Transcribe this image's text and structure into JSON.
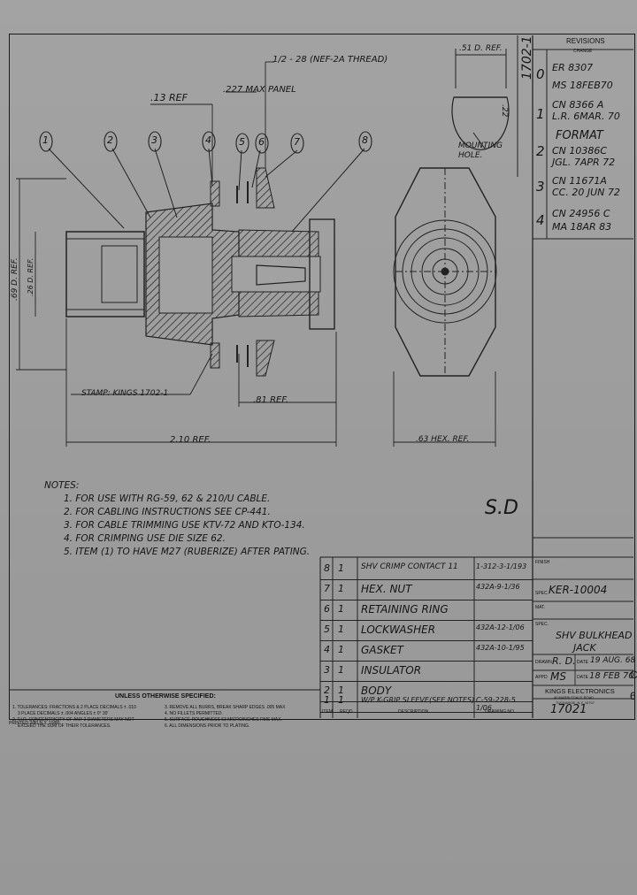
{
  "revisions": {
    "header": "REVISIONS",
    "sub_header": "CHANGE",
    "rows": [
      {
        "num": "0",
        "lines": [
          "ER 8307",
          "MS 18FEB70"
        ]
      },
      {
        "num": "1",
        "lines": [
          "CN 8366 A",
          "L.R. 6MAR. 70"
        ]
      },
      {
        "num": "2",
        "lines": [
          "FORMAT",
          "CN 10386C",
          "JGL. 7APR 72"
        ]
      },
      {
        "num": "3",
        "lines": [
          "CN 11671A",
          "CC. 20 JUN 72"
        ]
      },
      {
        "num": "4",
        "lines": [
          "CN 24956 C",
          "MA 18AR 83"
        ]
      }
    ]
  },
  "side_stamp": "1702-1",
  "dimensions": {
    "thread": "1/2 - 28 (NEF-2A THREAD)",
    "panel": ".227 MAX PANEL",
    "ref13": ".13 REF",
    "d_ref": ".51 D. REF.",
    "hex_ref": ".63 HEX. REF.",
    "ref81": ".81 REF.",
    "ref210": "2.10 REF.",
    "d69": ".69 D. REF.",
    "d26": ".26 D. REF.",
    "r22": ".22",
    "mounting_hole": "MOUNTING HOLE.",
    "stamp": "STAMP: KINGS 1702-1"
  },
  "balloons": [
    "1",
    "2",
    "3",
    "4",
    "5",
    "6",
    "7",
    "8"
  ],
  "notes": {
    "title": "NOTES:",
    "items": [
      "1. FOR USE WITH RG-59, 62 & 210/U CABLE.",
      "2. FOR CABLING INSTRUCTIONS SEE CP-441.",
      "3. FOR CABLE TRIMMING USE KTV-72 AND KTO-134.",
      "4. FOR CRIMPING USE DIE SIZE 62.",
      "5. ITEM (1) TO HAVE M27 (RUBERIZE) AFTER PATING."
    ]
  },
  "sd_mark": "S.D",
  "bom": [
    {
      "item": "8",
      "qty": "1",
      "desc": "SHV CRIMP CONTACT 11",
      "dwg": "1-312-3-1/193"
    },
    {
      "item": "7",
      "qty": "1",
      "desc": "HEX. NUT",
      "dwg": "432A-9-1/36"
    },
    {
      "item": "6",
      "qty": "1",
      "desc": "RETAINING RING",
      "dwg": ""
    },
    {
      "item": "5",
      "qty": "1",
      "desc": "LOCKWASHER",
      "dwg": "432A-12-1/06"
    },
    {
      "item": "4",
      "qty": "1",
      "desc": "GASKET",
      "dwg": "432A-10-1/95"
    },
    {
      "item": "3",
      "qty": "1",
      "desc": "INSULATOR",
      "dwg": ""
    },
    {
      "item": "2",
      "qty": "1",
      "desc": "BODY",
      "dwg": ""
    },
    {
      "item": "1",
      "qty": "1",
      "desc": "W/P K-GRIP SLEEVE(SEE NOTES)",
      "dwg": "C-59-228-5 1/06"
    }
  ],
  "bom_header": {
    "item": "ITEM",
    "qty": "REQD",
    "desc": "DESCRIPTION",
    "dwg": "DRAWING NO."
  },
  "title_block": {
    "finish": "FINISH",
    "spec": "SPEC.",
    "spec_val": "KER-10004",
    "mat": "MAT.",
    "spec2": "SPEC.",
    "title": [
      "SHV BULKHEAD",
      "JACK"
    ],
    "drawn_label": "DRAWN",
    "drawn": "R. D.",
    "date_label": "DATE",
    "drawn_date": "19 AUG. 68",
    "appd_label": "APPD",
    "appd": "MS",
    "appd_date": "18 FEB 70",
    "company": "KINGS ELECTRONICS",
    "address": [
      "40 MARBLEDALE ROAD",
      "TUCKAHOE, N.Y. 10707"
    ],
    "dwg_no": "17021",
    "edge": "C",
    "edge2": "6"
  },
  "tolerances": {
    "header": "UNLESS OTHERWISE SPECIFIED:",
    "left": [
      "1. TOLERANCES: FRACTIONS & 2 PLACE DECIMALS ± .010",
      "3 PLACE DECIMALS ± .004       ANGLES ± 0° 30'",
      "2. T.I.R. CONCENTRICITY OF ANY 2 DIAMETERS MAY NOT",
      "EXCEED THE SUM OF THEIR TOLERANCES."
    ],
    "right": [
      "3. REMOVE ALL BURRS, BREAK SHARP EDGES .005 MAX",
      "4. NO FILLETS PERMITTED.",
      "5. SURFACE ROUGHNESS 63 MICROINCHES RMS MAX.",
      "6. ALL DIMENSIONS PRIOR TO PLATING."
    ]
  },
  "footer_print": "PRINTED 2/80 N.Y. 10/80"
}
